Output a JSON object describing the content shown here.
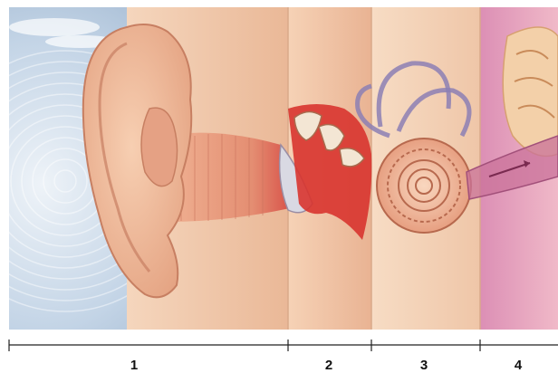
{
  "segments": [
    {
      "label": "1"
    },
    {
      "label": "2"
    },
    {
      "label": "3"
    },
    {
      "label": "4"
    }
  ],
  "colors": {
    "sky": "#b9cde2",
    "skin": "#f2c7a8",
    "skin_shadow": "#d9957a",
    "canal": "#e8a889",
    "middle_ear_red": "#d8342f",
    "cochlea": "#f0b79a",
    "nerve_pink": "#c9729a",
    "band_light": "#f7dfc8",
    "scale_line": "#222222"
  }
}
